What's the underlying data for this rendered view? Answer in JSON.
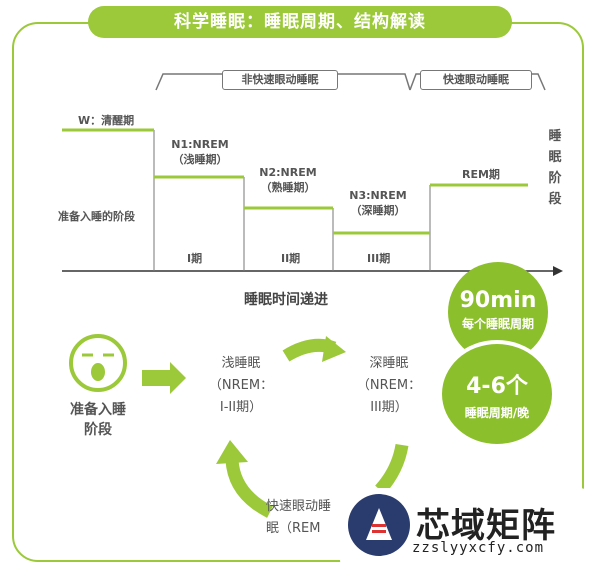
{
  "title": "科学睡眠：睡眠周期、结构解读",
  "brackets": {
    "nrem": "非快速眼动睡眠",
    "rem": "快速眼动睡眠"
  },
  "stages": {
    "wake": "W：清醒期",
    "n1_line1": "N1:NREM",
    "n1_line2": "（浅睡期）",
    "n2_line1": "N2:NREM",
    "n2_line2": "（熟睡期）",
    "n3_line1": "N3:NREM",
    "n3_line2": "（深睡期）",
    "rem": "REM期",
    "prep": "准备入睡的阶段"
  },
  "period_labels": {
    "p1": "I期",
    "p2": "II期",
    "p3": "III期"
  },
  "stage_axis_label": "睡眠阶段",
  "time_axis_label": "睡眠时间递进",
  "cycle": {
    "duration": "90min",
    "duration_caption": "每个睡眠周期",
    "count": "4-6个",
    "count_caption": "睡眠周期/晚"
  },
  "flow": {
    "prep_line1": "准备入睡",
    "prep_line2": "阶段",
    "light_line1": "浅睡眠",
    "light_line2": "（NREM：",
    "light_line3": "I-II期）",
    "deep_line1": "深睡眠",
    "deep_line2": "（NREM：",
    "deep_line3": "III期）",
    "rem_line1": "快速眼动睡",
    "rem_line2": "眠（REM"
  },
  "watermark": {
    "name": "芯域矩阵",
    "url": "zzslyyxcfy.com"
  },
  "colors": {
    "accent": "#9bc93a",
    "accent_dark": "#8cbf2c",
    "text": "#555555"
  }
}
